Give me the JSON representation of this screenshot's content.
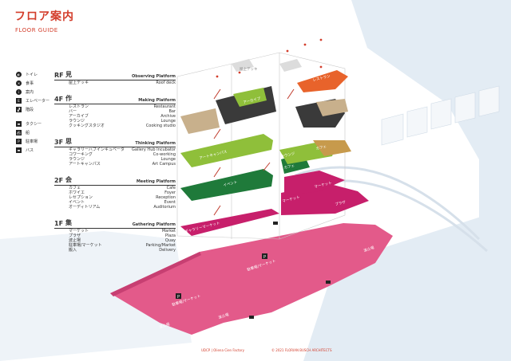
{
  "title": {
    "jp": "フロア案内",
    "en": "FLOOR GUIDE"
  },
  "legend": [
    {
      "icon": "toilet-icon",
      "glyph": "◐",
      "label": "トイレ"
    },
    {
      "icon": "food-icon",
      "glyph": "✕",
      "label": "食事"
    },
    {
      "icon": "info-icon",
      "glyph": "i",
      "label": "案内"
    },
    {
      "icon": "elevator-icon",
      "glyph": "E",
      "label": "エレベーター"
    },
    {
      "icon": "stairs-icon",
      "glyph": "▞",
      "label": "階段"
    },
    {
      "icon": "taxi-icon",
      "glyph": "▬",
      "label": "タクシー"
    },
    {
      "icon": "boat-icon",
      "glyph": "⛴",
      "label": "船"
    },
    {
      "icon": "parking-icon",
      "glyph": "P",
      "label": "駐車場"
    },
    {
      "icon": "bus-icon",
      "glyph": "▬",
      "label": "バス"
    }
  ],
  "floors": [
    {
      "num": "RF",
      "kanji": "見",
      "platform": "Observing Platform",
      "rows": [
        {
          "jp": "屋上デッキ",
          "en": "Roof deck"
        }
      ]
    },
    {
      "num": "4F",
      "kanji": "作",
      "platform": "Making Platform",
      "rows": [
        {
          "jp": "レストラン",
          "en": "Restaurant"
        },
        {
          "jp": "バー",
          "en": "Bar"
        },
        {
          "jp": "アーカイブ",
          "en": "Archive"
        },
        {
          "jp": "ラウンジ",
          "en": "Lounge"
        },
        {
          "jp": "クッキングスタジオ",
          "en": "Cooking studio"
        }
      ]
    },
    {
      "num": "3F",
      "kanji": "思",
      "platform": "Thinking Platform",
      "rows": [
        {
          "jp": "ギャラリーハブインキュベータ",
          "en": "Gallery Hub Incubator"
        },
        {
          "jp": "コワーキング",
          "en": "Co-working"
        },
        {
          "jp": "ラウンジ",
          "en": "Lounge"
        },
        {
          "jp": "アートキャンパス",
          "en": "Art Campus"
        }
      ]
    },
    {
      "num": "2F",
      "kanji": "会",
      "platform": "Meeting Platform",
      "rows": [
        {
          "jp": "カフェ",
          "en": "Cafe"
        },
        {
          "jp": "ホワイエ",
          "en": "Foyer"
        },
        {
          "jp": "レセプション",
          "en": "Reception"
        },
        {
          "jp": "イベント",
          "en": "Event"
        },
        {
          "jp": "オーディトリアム",
          "en": "Auditorium"
        }
      ]
    },
    {
      "num": "1F",
      "kanji": "集",
      "platform": "Gathering Platform",
      "rows": [
        {
          "jp": "マーケット",
          "en": "Market"
        },
        {
          "jp": "プラザ",
          "en": "Plaza"
        },
        {
          "jp": "波止場",
          "en": "Quay"
        },
        {
          "jp": "駐車場/マーケット",
          "en": "Parking/Market"
        },
        {
          "jp": "搬入",
          "en": "Delivery"
        }
      ]
    }
  ],
  "map_labels": {
    "roof": "屋上デッキ",
    "restaurant": "レストラン",
    "archive": "アーカイブ",
    "art_campus": "アートキャンパス",
    "cafe3": "カフェ",
    "lounge3": "ラウンジ",
    "event": "イベント",
    "cafe2": "カフェ",
    "market2": "マーケット",
    "market1": "マーケット",
    "plaza": "プラザ",
    "gallery_market": "ギャラリーマーケット",
    "parking_market_1": "駐車場/マーケット",
    "parking_market_2": "駐車場/マーケット",
    "quay_1": "波止場",
    "quay_2": "波止場",
    "quay_3": "波止場"
  },
  "colors": {
    "accent": "#d33d2b",
    "water": "#e3ecf4",
    "roof": "#e8632b",
    "making_dark": "#3a3a3a",
    "making_tan": "#c8b08c",
    "thinking": "#8fbf3a",
    "thinking_tan": "#c79a4c",
    "meeting": "#1f7a3a",
    "gathering": "#c71f6b",
    "ground": "#e35a8a"
  },
  "footer": {
    "left": "UDCP | Oliena Cien Factory",
    "right": "© 2021 FLORIAN BUSCH ARCHITECTS"
  }
}
